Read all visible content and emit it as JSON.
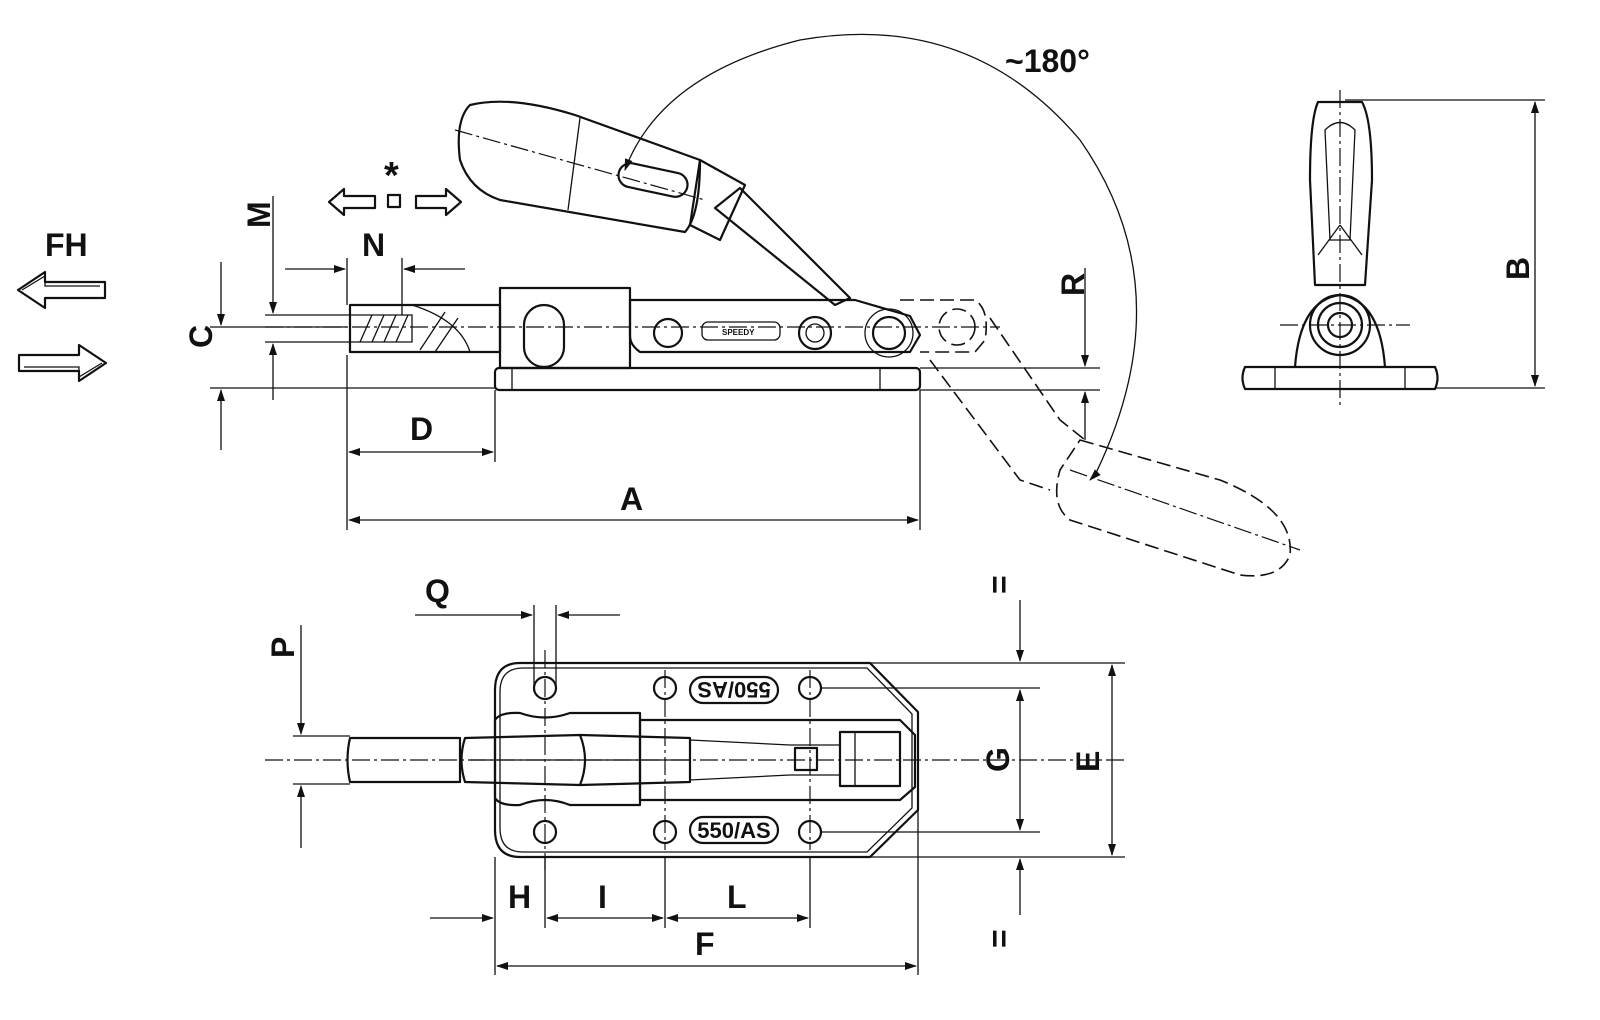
{
  "drawing": {
    "angle_label": "~180°",
    "force_label": "FH",
    "star_label": "*",
    "model_badge": "550/AS",
    "model_badge_mirrored": "550/AS",
    "dimensions": {
      "A": "A",
      "B": "B",
      "C": "C",
      "D": "D",
      "E": "E",
      "F": "F",
      "G": "G",
      "H": "H",
      "I": "I",
      "L": "L",
      "M": "M",
      "N": "N",
      "P": "P",
      "Q": "Q",
      "R": "R",
      "eq_top": "=",
      "eq_bottom": "="
    }
  }
}
